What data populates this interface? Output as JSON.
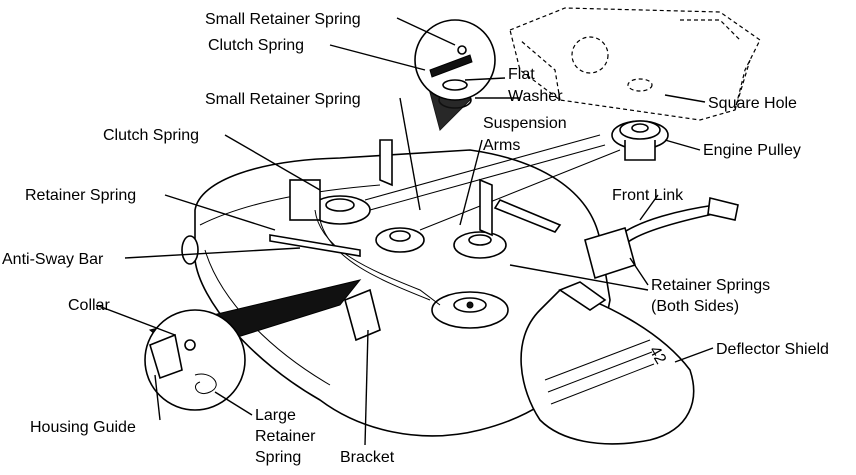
{
  "labels": {
    "small_retainer_spring_top": "Small Retainer Spring",
    "clutch_spring_top": "Clutch Spring",
    "flat_washer_1": "Flat",
    "flat_washer_2": "Washer",
    "square_hole": "Square Hole",
    "small_retainer_spring_mid": "Small Retainer Spring",
    "suspension_arms_1": "Suspension",
    "suspension_arms_2": "Arms",
    "clutch_spring_left": "Clutch Spring",
    "engine_pulley": "Engine Pulley",
    "retainer_spring": "Retainer Spring",
    "front_link": "Front Link",
    "anti_sway_bar": "Anti-Sway Bar",
    "retainer_springs_1": "Retainer Springs",
    "retainer_springs_2": "(Both Sides)",
    "collar": "Collar",
    "deflector_shield": "Deflector Shield",
    "housing_guide": "Housing Guide",
    "large_retainer_spring_1": "Large",
    "large_retainer_spring_2": "Retainer",
    "large_retainer_spring_3": "Spring",
    "bracket": "Bracket",
    "deck_badge": "42"
  }
}
